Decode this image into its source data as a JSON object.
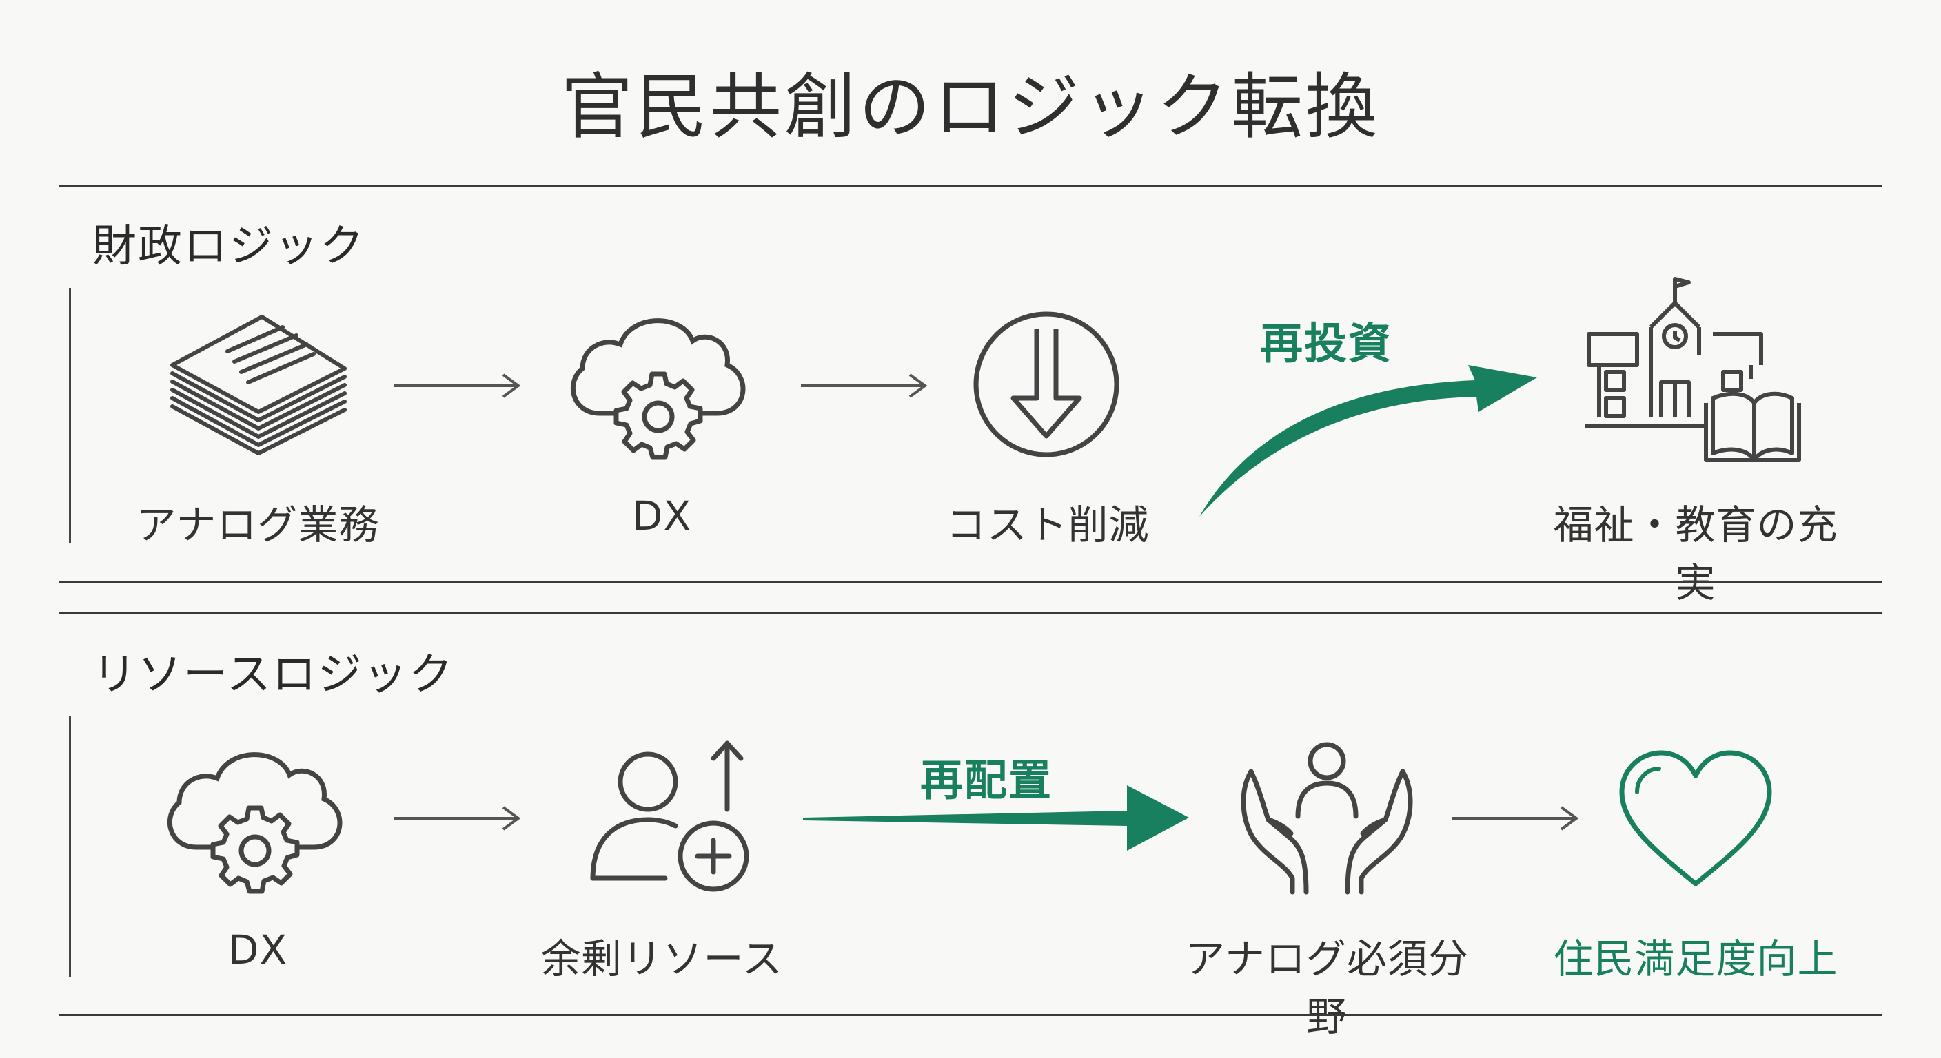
{
  "title": "官民共創のロジック転換",
  "colors": {
    "accent": "#18805e",
    "line": "#444444",
    "text": "#2b2b2b"
  },
  "fiscal": {
    "label": "財政ロジック",
    "action": "再投資",
    "nodes": [
      {
        "label": "アナログ業務",
        "icon": "document-stack-icon"
      },
      {
        "label": "DX",
        "icon": "cloud-gear-icon"
      },
      {
        "label": "コスト削減",
        "icon": "down-arrow-circle-icon"
      },
      {
        "label": "福祉・教育の充実",
        "icon": "school-book-icon"
      }
    ]
  },
  "resource": {
    "label": "リソースロジック",
    "action": "再配置",
    "nodes": [
      {
        "label": "DX",
        "icon": "cloud-gear-icon"
      },
      {
        "label": "余剰リソース",
        "icon": "person-add-icon"
      },
      {
        "label": "アナログ必須分野",
        "icon": "hands-person-icon"
      },
      {
        "label": "住民満足度向上",
        "icon": "heart-icon"
      }
    ]
  }
}
